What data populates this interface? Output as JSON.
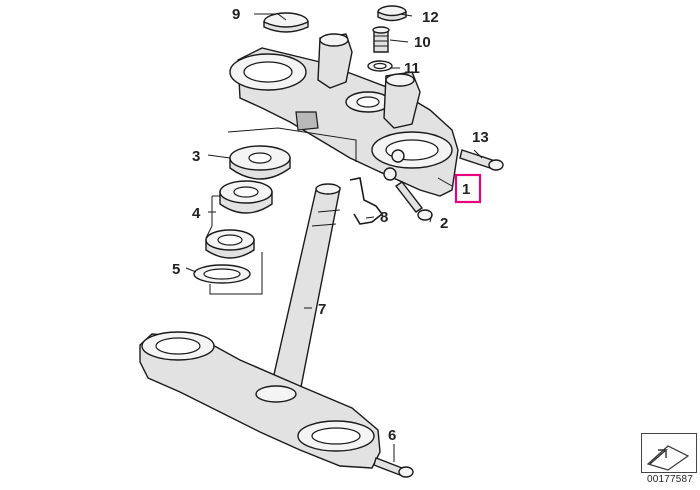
{
  "diagram": {
    "callouts": [
      {
        "id": "c1",
        "label": "1",
        "highlighted": true
      },
      {
        "id": "c2",
        "label": "2"
      },
      {
        "id": "c3",
        "label": "3"
      },
      {
        "id": "c4",
        "label": "4"
      },
      {
        "id": "c5",
        "label": "5"
      },
      {
        "id": "c6",
        "label": "6"
      },
      {
        "id": "c7",
        "label": "7"
      },
      {
        "id": "c8",
        "label": "8"
      },
      {
        "id": "c9",
        "label": "9"
      },
      {
        "id": "c10",
        "label": "10"
      },
      {
        "id": "c11",
        "label": "11"
      },
      {
        "id": "c12",
        "label": "12"
      },
      {
        "id": "c13",
        "label": "13"
      }
    ],
    "highlight_color": "#e6007e",
    "reference_number": "00177587",
    "reference_icon": "arrow-pointer-icon"
  }
}
